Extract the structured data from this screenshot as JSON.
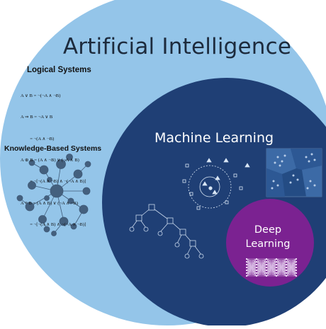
{
  "colors": {
    "ai_circle": "#94c5e9",
    "ml_circle": "#1f3f75",
    "dl_circle": "#7b2291",
    "dark_text": "#1d2b3d",
    "light_text": "#ffffff"
  },
  "ai": {
    "title": "Artificial Intelligence"
  },
  "logical_systems": {
    "title": "Logical Systems",
    "formulas": [
      "A ∨ B = ¬(¬A ∧ ¬B)",
      "A ⇒ B = ¬A ∨ B",
      "        = ¬(A ∧ ¬B)",
      "A ⊕ B = (A ∧ ¬B) ∨ (¬A ∧ B)",
      "        = ¬[¬(A ∧ ¬B) ∧ ¬(¬A ∧ B)]",
      "A ≡ B = (A ∧ B) ∨ (¬A ∧ ¬B)",
      "        = ¬[¬(A ∧ B) ∧ ¬(¬A ∧ ¬B)]"
    ]
  },
  "knowledge_based": {
    "title": "Knowledge-Based Systems"
  },
  "machine_learning": {
    "title": "Machine Learning"
  },
  "deep_learning": {
    "title_line1": "Deep",
    "title_line2": "Learning"
  },
  "icons": {
    "knowledge_graph": "network-graph-icon",
    "clustering": "cluster-scatter-icon",
    "decision_tree": "tree-diagram-icon",
    "classification": "voronoi-clusters-icon",
    "neural_network": "neural-network-icon"
  }
}
